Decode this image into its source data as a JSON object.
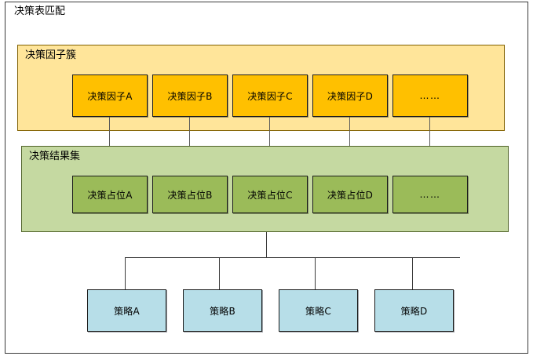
{
  "diagram": {
    "title": "决策表匹配",
    "colors": {
      "factor_group_bg": "#FFE59A",
      "factor_node_bg": "#FFC000",
      "result_group_bg": "#C5D9A1",
      "slot_node_bg": "#9BBB59",
      "strategy_node_bg": "#B7DEE8",
      "connector": "#5a5a5a",
      "frame_border": "#3a3a3a"
    },
    "factor_cluster": {
      "title": "决策因子簇",
      "nodes": [
        {
          "label": "决策因子A"
        },
        {
          "label": "决策因子B"
        },
        {
          "label": "决策因子C"
        },
        {
          "label": "决策因子D"
        },
        {
          "label": "……"
        }
      ]
    },
    "result_set": {
      "title": "决策结果集",
      "nodes": [
        {
          "label": "决策占位A"
        },
        {
          "label": "决策占位B"
        },
        {
          "label": "决策占位C"
        },
        {
          "label": "决策占位D"
        },
        {
          "label": "……"
        }
      ]
    },
    "strategies": {
      "nodes": [
        {
          "label": "策略A"
        },
        {
          "label": "策略B"
        },
        {
          "label": "策略C"
        },
        {
          "label": "策略D"
        }
      ]
    }
  }
}
